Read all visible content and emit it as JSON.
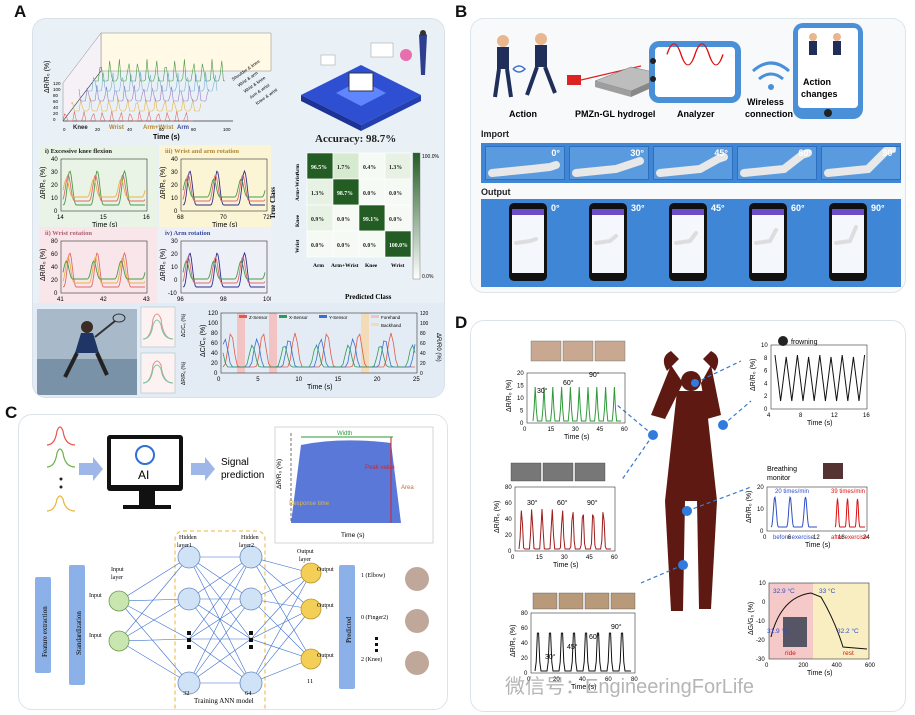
{
  "labels": {
    "a": "A",
    "b": "B",
    "c": "C",
    "d": "D"
  },
  "panelA": {
    "waterfall": {
      "ylabel": "ΔR/R₀ (%)",
      "yticks": [
        "0",
        "20",
        "40",
        "60",
        "80",
        "100",
        "120"
      ],
      "xlabel": "Time (s)",
      "xticks": [
        "0",
        "20",
        "40",
        "60",
        "80",
        "100"
      ],
      "row_labels": [
        "Knee",
        "Wrist",
        "Arm+Wrist",
        "Arm"
      ],
      "legend": [
        "Shoulder & knee",
        "Wrist & arm",
        "Wrist & knee",
        "Arm & wrist",
        "Knee & wrist"
      ]
    },
    "accuracy": "Accuracy: 98.7%",
    "subplots": [
      {
        "title": "i) Excessive knee flexion",
        "ylabel": "ΔR/R₀ (%)",
        "xlabel": "Time (s)",
        "yticks": [
          "0",
          "10",
          "20",
          "30",
          "40"
        ],
        "xticks": [
          "14",
          "15",
          "16"
        ],
        "color": "#e9f4e6"
      },
      {
        "title": "iii) Wrist and arm rotation",
        "ylabel": "ΔR/R₀ (%)",
        "xlabel": "Time (s)",
        "yticks": [
          "0",
          "10",
          "20",
          "30",
          "40"
        ],
        "xticks": [
          "68",
          "70",
          "72"
        ],
        "color": "#fbf5d6"
      },
      {
        "title": "ii) Wrist rotation",
        "ylabel": "ΔR/R₀ (%)",
        "xlabel": "Time (s)",
        "yticks": [
          "0",
          "20",
          "40",
          "60",
          "80"
        ],
        "xticks": [
          "41",
          "42",
          "43"
        ],
        "color": "#f8e6ea"
      },
      {
        "title": "iv) Arm rotation",
        "ylabel": "ΔR/R₀ (%)",
        "xlabel": "Time (s)",
        "yticks": [
          "-10",
          "0",
          "10",
          "20",
          "30"
        ],
        "xticks": [
          "96",
          "98",
          "100"
        ],
        "color": "#eef0f8"
      }
    ],
    "confusion": {
      "rows": [
        "Arm",
        "Arm+Wrist",
        "Knee",
        "Wrist"
      ],
      "cols": [
        "Arm",
        "Arm+Wrist",
        "Knee",
        "Wrist"
      ],
      "values": [
        [
          "96.5%",
          "1.7%",
          "0.4%",
          "1.3%"
        ],
        [
          "1.3%",
          "98.7%",
          "0.0%",
          "0.0%"
        ],
        [
          "0.9%",
          "0.0%",
          "99.1%",
          "0.0%"
        ],
        [
          "0.0%",
          "0.0%",
          "0.0%",
          "100.0%"
        ]
      ],
      "numeric": [
        [
          96.5,
          1.7,
          0.4,
          1.3
        ],
        [
          1.3,
          98.7,
          0.0,
          0.0
        ],
        [
          0.9,
          0.0,
          99.1,
          0.0
        ],
        [
          0.0,
          0.0,
          0.0,
          100.0
        ]
      ],
      "ylabel": "True Class",
      "xlabel": "Predicted Class",
      "scale_max": "100.0%",
      "scale_min": "0.0%"
    },
    "badminton": {
      "ylabel_left": "ΔC/C₀ (%)",
      "ylabel_right": "ΔR/R0 (%)",
      "xlabel": "Time (s)",
      "xticks": [
        "0",
        "5",
        "10",
        "15",
        "20",
        "25"
      ],
      "yticks_left": [
        "0",
        "20",
        "40",
        "60",
        "80",
        "100",
        "120"
      ],
      "yticks_right": [
        "0",
        "20",
        "40",
        "60",
        "80",
        "100",
        "120"
      ],
      "legend": [
        "Z-Sensor",
        "X-Sensor",
        "Y-Sensor",
        "Forehand",
        "Backhand"
      ],
      "mini_labels": [
        "ΔC/C₀ (%)",
        "ΔR/R₀ (%)"
      ]
    }
  },
  "panelB": {
    "labels": [
      "Action",
      "PMZn-GL hydrogel",
      "Analyzer",
      "Wireless connection",
      "Action changes"
    ],
    "import_label": "Import",
    "output_label": "Output",
    "angles": [
      "0°",
      "30°",
      "45°",
      "60°",
      "90°"
    ]
  },
  "panelC": {
    "ai_label": "AI",
    "signal_prediction": "Signal prediction",
    "chart": {
      "ylabel": "ΔR/R₀ (%)",
      "xlabel": "Time (s)",
      "width_label": "Width",
      "peak_label": "Peak value",
      "area_label": "Area",
      "response_label": "Response time"
    },
    "feature_extraction": "Feature extraction",
    "standardization": "Standardization",
    "input_layer": "Input layer",
    "input_labels": [
      "Input",
      "Input"
    ],
    "hidden1": "Hidden layer1",
    "hidden2": "Hidden layer2",
    "output_layer": "Output layer",
    "output_labels": [
      "Output",
      "Output",
      "Output"
    ],
    "predicted": "Predicted",
    "predictions": [
      "1 (Elbow)",
      "0 (Finger2)",
      "2 (Knee)"
    ],
    "counts": [
      "32",
      "64",
      "11"
    ],
    "training": "Training ANN model"
  },
  "panelD": {
    "finger": {
      "ylabel": "ΔR/R₀ (%)",
      "xlabel": "Time (s)",
      "xticks": [
        "0",
        "15",
        "30",
        "45",
        "60"
      ],
      "yticks": [
        "0",
        "5",
        "10",
        "15",
        "20"
      ],
      "annotations": [
        "30°",
        "60°",
        "90°"
      ],
      "inset_labels": [
        "30°",
        "60°",
        "90°"
      ]
    },
    "frowning": {
      "label": "frowning",
      "ylabel": "ΔR/R₀ (%)",
      "xlabel": "Time (s)",
      "xticks": [
        "4",
        "8",
        "12",
        "16"
      ],
      "yticks": [
        "0",
        "2",
        "4",
        "6",
        "8",
        "10"
      ]
    },
    "wrist": {
      "ylabel": "ΔR/R₀ (%)",
      "xlabel": "Time (s)",
      "xticks": [
        "0",
        "15",
        "30",
        "45",
        "60"
      ],
      "yticks": [
        "0",
        "20",
        "40",
        "60",
        "80"
      ],
      "annotations": [
        "30°",
        "60°",
        "90°"
      ]
    },
    "breathing": {
      "title": "Breathing monitor",
      "ylabel": "ΔR/R₀ (%)",
      "xlabel": "Time (s)",
      "xticks": [
        "0",
        "6",
        "12",
        "18",
        "24"
      ],
      "yticks": [
        "0",
        "10",
        "20"
      ],
      "rate_before": "20 times/min",
      "rate_after": "39 times/min",
      "before": "before exercise",
      "after": "after exercise"
    },
    "knee": {
      "ylabel": "ΔR/R₀ (%)",
      "xlabel": "Time (s)",
      "xticks": [
        "0",
        "20",
        "40",
        "60",
        "80"
      ],
      "yticks": [
        "0",
        "20",
        "40",
        "60",
        "80"
      ],
      "annotations": [
        "30°",
        "45°",
        "60°",
        "90°"
      ]
    },
    "temperature": {
      "ylabel": "ΔG/G₀ (%)",
      "xlabel": "Time (s)",
      "xticks": [
        "0",
        "200",
        "400",
        "600"
      ],
      "yticks": [
        "-30",
        "-20",
        "-10",
        "0",
        "10"
      ],
      "temps": [
        "32.9 °C",
        "33 °C",
        "31.9 °C",
        "32.2 °C"
      ],
      "ride": "ride",
      "rest": "rest"
    }
  },
  "watermark": "微信号：EngineeringForLife"
}
